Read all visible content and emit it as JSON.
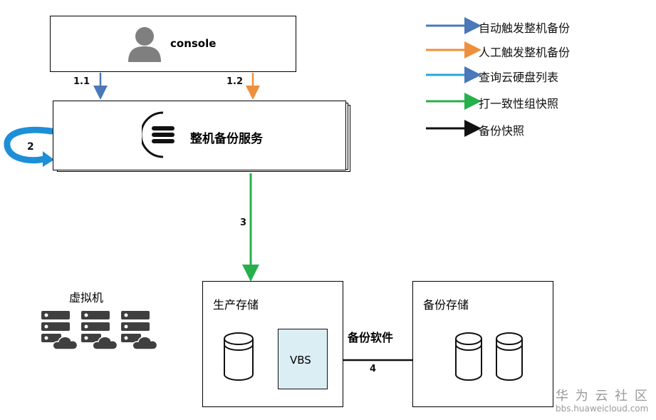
{
  "console": {
    "label": "console"
  },
  "service": {
    "label": "整机备份服务"
  },
  "steps": {
    "s1_1": "1.1",
    "s1_2": "1.2",
    "s2": "2",
    "s3": "3",
    "s4": "4"
  },
  "vm": {
    "label": "虚拟机"
  },
  "production_storage": {
    "label": "生产存储",
    "vbs_label": "VBS"
  },
  "backup_storage": {
    "label": "备份存储"
  },
  "backup_software": {
    "label": "备份软件"
  },
  "legend": {
    "items": [
      {
        "label": "自动触发整机备份",
        "color": "#4a78b8"
      },
      {
        "label": "人工触发整机备份",
        "color": "#ee8f3c"
      },
      {
        "label": "查询云硬盘列表",
        "color": "#2aa3e0"
      },
      {
        "label": "打一致性组快照",
        "color": "#26b04c"
      },
      {
        "label": "备份快照",
        "color": "#111111"
      }
    ]
  },
  "watermark": {
    "title": "华 为 云 社 区",
    "url": "bbs.huaweicloud.com"
  }
}
